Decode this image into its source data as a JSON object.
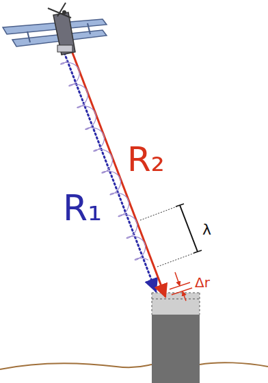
{
  "diagram": {
    "labels": [
      "R₁",
      "R₂",
      "λ",
      "Δr"
    ]
  }
}
